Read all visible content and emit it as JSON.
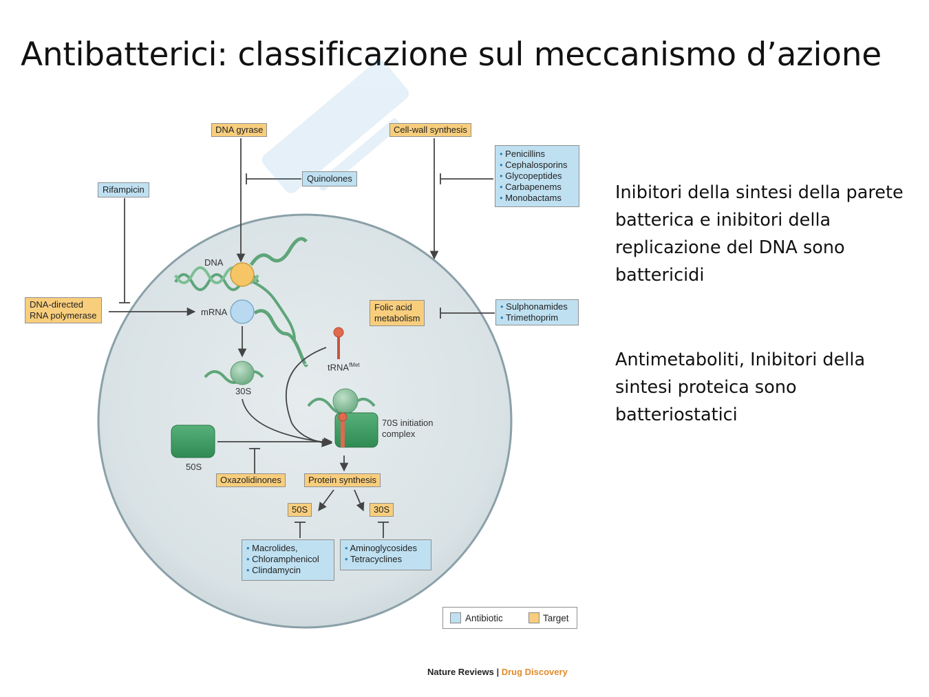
{
  "title": "Antibatterici: classificazione sul meccanismo d’azione",
  "side_paragraphs": [
    "Inibitori della sintesi della parete batterica e inibitori della replicazione del DNA sono battericidi",
    "Antimetaboliti, Inibitori della sintesi proteica sono batteriostatici"
  ],
  "diagram": {
    "targets": {
      "dna_gyrase": "DNA gyrase",
      "cell_wall": "Cell-wall synthesis",
      "rna_polymerase": [
        "DNA-directed",
        "RNA polymerase"
      ],
      "folic_acid": [
        "Folic acid",
        "metabolism"
      ],
      "protein_synthesis": "Protein synthesis",
      "ribo_50s": "50S",
      "ribo_30s": "30S"
    },
    "antibiotics": {
      "quinolones": "Quinolones",
      "rifampicin": "Rifampicin",
      "oxazolidinones": "Oxazolidinones",
      "cell_wall_drugs": [
        "Penicillins",
        "Cephalosporins",
        "Glycopeptides",
        "Carbapenems",
        "Monobactams"
      ],
      "folate_drugs": [
        "Sulphonamides",
        "Trimethoprim"
      ],
      "drugs_50s": [
        "Macrolides,",
        "Chloramphenicol",
        "Clindamycin"
      ],
      "drugs_30s": [
        "Aminoglycosides",
        "Tetracyclines"
      ]
    },
    "labels": {
      "dna": "DNA",
      "mrna": "mRNA",
      "trna": "tRNA",
      "trna_sup": "fMet",
      "sub_30s": "30S",
      "sub_50s": "50S",
      "initiation": [
        "70S initiation",
        "complex"
      ]
    },
    "legend": {
      "antibiotic": "Antibiotic",
      "target": "Target"
    },
    "credit": {
      "publisher": "Nature Reviews",
      "separator": "|",
      "journal": "Drug Discovery"
    },
    "colors": {
      "target": "#f8ce7d",
      "antibiotic": "#bfe0f1",
      "cell": "#dde5e7",
      "ribosome": "#3d9e63",
      "trna": "#e0694e",
      "helix": "#5ea579"
    }
  }
}
